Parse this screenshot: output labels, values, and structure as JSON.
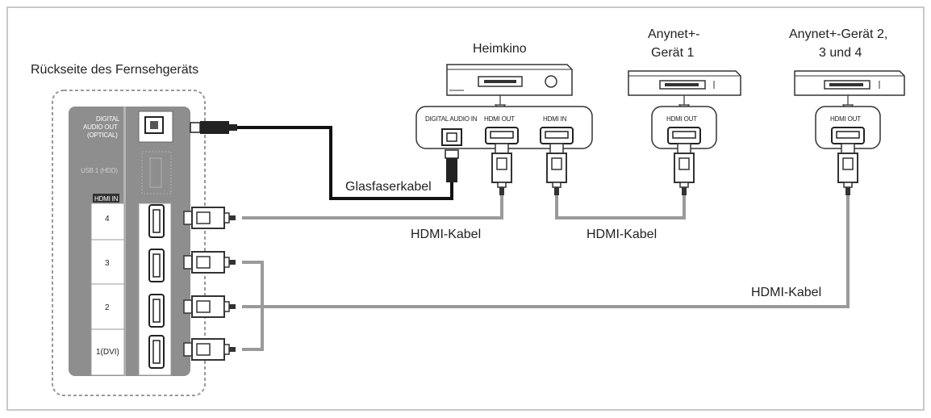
{
  "labels": {
    "tv_back": "Rückseite des Fernsehgeräts",
    "home_theater": "Heimkino",
    "device1_line1": "Anynet+-",
    "device1_line2": "Gerät 1",
    "device234_line1": "Anynet+-Gerät 2,",
    "device234_line2": "3 und 4",
    "optical_cable": "Glasfaserkabel",
    "hdmi_cable_1": "HDMI-Kabel",
    "hdmi_cable_2": "HDMI-Kabel",
    "hdmi_cable_3": "HDMI-Kabel"
  },
  "tv_panel": {
    "digital_audio_out_line1": "DIGITAL",
    "digital_audio_out_line2": "AUDIO OUT",
    "digital_audio_out_line3": "(OPTICAL)",
    "usb_label": "USB 1 (HDD)",
    "hdmi_in_label": "HDMI IN",
    "hdmi_ports": [
      "4",
      "3",
      "2",
      "1(DVI)"
    ]
  },
  "home_theater_ports": {
    "digital_audio_in": "DIGITAL AUDIO IN",
    "hdmi_out": "HDMI OUT",
    "hdmi_in": "HDMI IN"
  },
  "device_ports": {
    "device1_hdmi_out": "HDMI OUT",
    "device234_hdmi_out": "HDMI OUT"
  },
  "colors": {
    "frame": "#c8c8c8",
    "tv_panel": "#8e8e8e",
    "cable_hdmi": "#9a9a9a",
    "cable_optical": "#111111"
  }
}
